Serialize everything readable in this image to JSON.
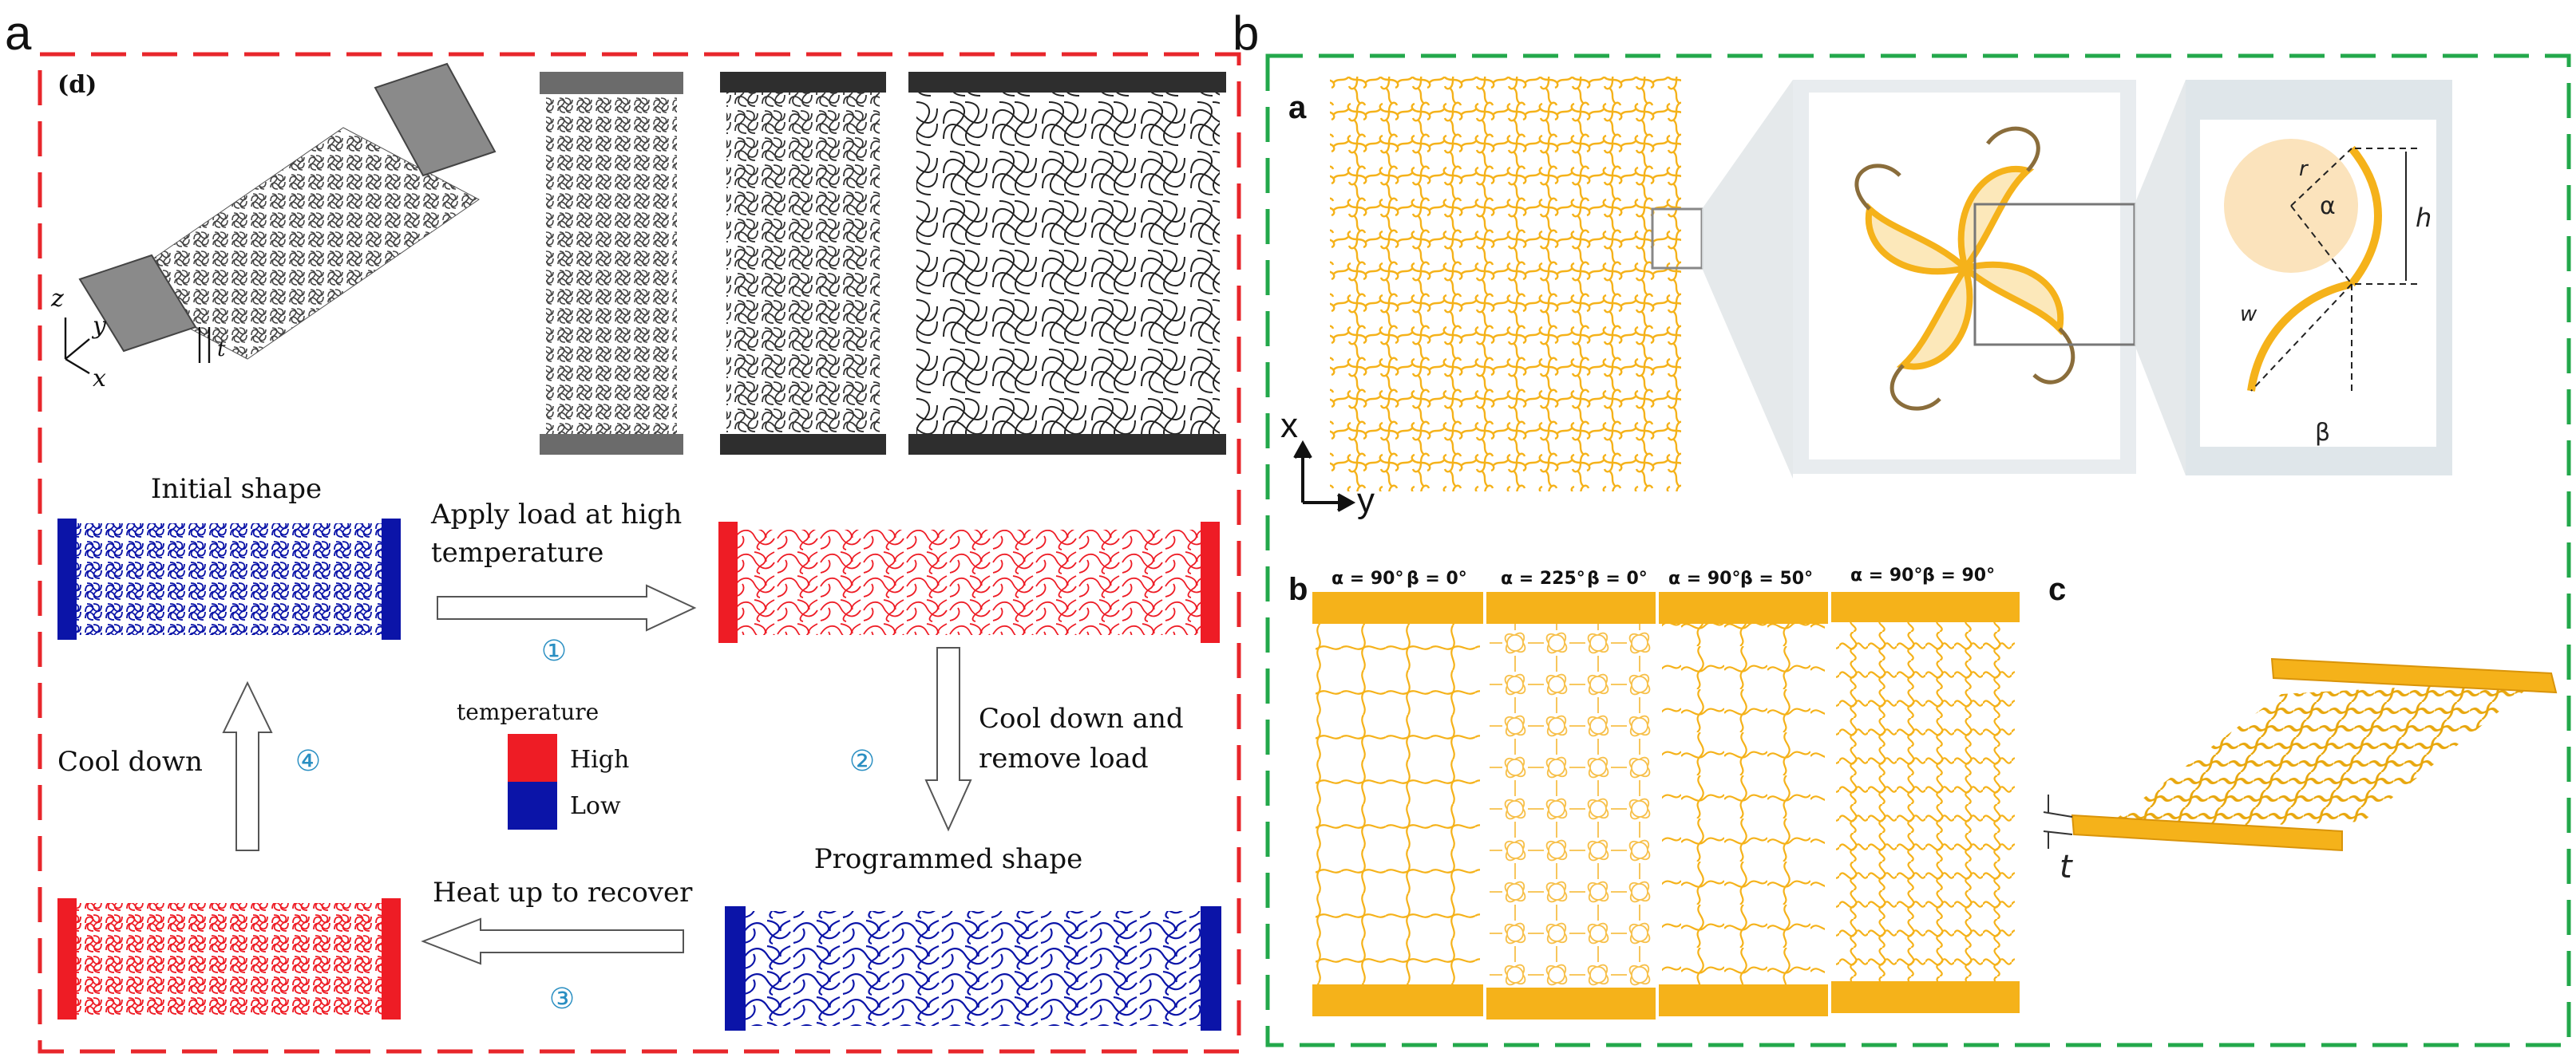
{
  "colors": {
    "panel_a_border": "#e8262b",
    "panel_b_border": "#23a84b",
    "hot": "#ee1c25",
    "cold": "#0b14a8",
    "gold": "#f5b21a",
    "gold_dark": "#e39b06",
    "step_number": "#2a8fc2",
    "dark_bar": "#2e2e2e",
    "grey_bar": "#6b6b6b"
  },
  "panel_a": {
    "label": "a",
    "inset_label": "(d)",
    "axes": {
      "z": "z",
      "y": "y",
      "x": "x",
      "t": "t"
    },
    "cycle": {
      "initial": "Initial shape",
      "apply_line1": "Apply load at high",
      "apply_line2": "temperature",
      "cool_remove_line1": "Cool down and",
      "cool_remove_line2": "remove load",
      "programmed": "Programmed shape",
      "heat": "Heat up to recover",
      "cool": "Cool down",
      "step1": "①",
      "step2": "②",
      "step3": "③",
      "step4": "④"
    },
    "legend": {
      "title": "temperature",
      "high": "High",
      "low": "Low"
    }
  },
  "panel_b": {
    "label": "b",
    "sub_a": {
      "label": "a",
      "axis_x": "x",
      "axis_y": "y",
      "symbols": {
        "r": "r",
        "alpha": "α",
        "h": "h",
        "w": "w",
        "beta": "β"
      }
    },
    "sub_b": {
      "label": "b",
      "configs": [
        {
          "alpha_label": "α = 90°",
          "beta_label": "β = 0°",
          "pattern": "open"
        },
        {
          "alpha_label": "α = 225°",
          "beta_label": "β = 0°",
          "pattern": "spiral"
        },
        {
          "alpha_label": "α = 90°",
          "beta_label": "β = 50°",
          "pattern": "tilted"
        },
        {
          "alpha_label": "α = 90°",
          "beta_label": "β = 90°",
          "pattern": "dense"
        }
      ]
    },
    "sub_c": {
      "label": "c",
      "thickness": "t"
    }
  }
}
